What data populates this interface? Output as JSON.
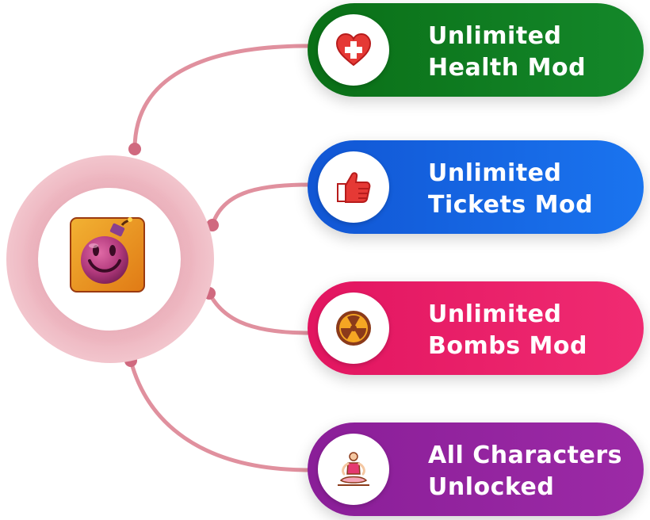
{
  "features": [
    {
      "line1": "Unlimited",
      "line2": "Health Mod",
      "icon": "heart-plus-icon",
      "color": "#0e7a1a"
    },
    {
      "line1": "Unlimited",
      "line2": "Tickets Mod",
      "icon": "thumbs-up-icon",
      "color": "#1565e0"
    },
    {
      "line1": "Unlimited",
      "line2": "Bombs Mod",
      "icon": "radiation-icon",
      "color": "#ea1f66"
    },
    {
      "line1": "All Characters",
      "line2": "Unlocked",
      "icon": "meditation-person-icon",
      "color": "#93239f"
    }
  ],
  "colors": {
    "connector": "#d97a8c",
    "hub_halo": "#eeb7c1"
  },
  "hub": {
    "icon": "bomb-app-icon"
  }
}
